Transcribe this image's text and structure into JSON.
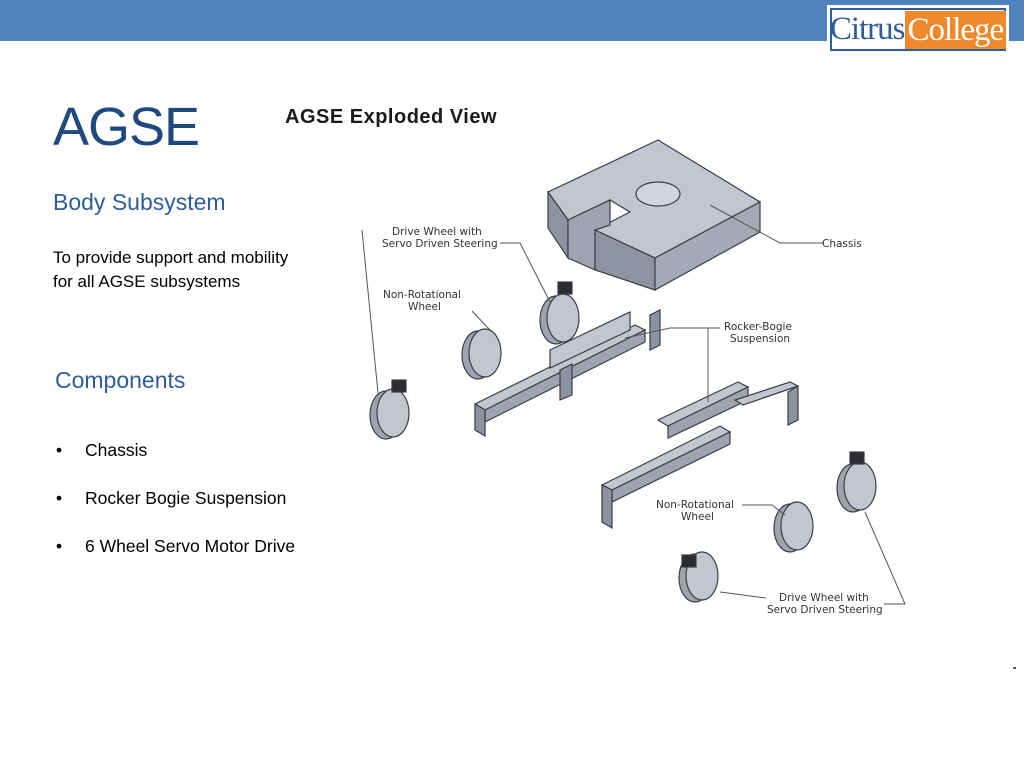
{
  "header": {
    "logo_text_left": "Citrus",
    "logo_text_right": "College",
    "colors": {
      "bar": "#4f81bd",
      "logo_blue": "#2e5d9a",
      "logo_orange": "#f0892c"
    }
  },
  "slide": {
    "title": "AGSE",
    "subtitle": "Body Subsystem",
    "description": "To provide support and mobility for all AGSE subsystems",
    "components_heading": "Components",
    "components": [
      {
        "bullet": "•",
        "text": "Chassis"
      },
      {
        "bullet": "•",
        "text": "Rocker Bogie Suspension"
      },
      {
        "bullet": "•",
        "text": "6 Wheel Servo Motor Drive"
      }
    ]
  },
  "figure": {
    "title": "AGSE Exploded View",
    "labels": {
      "drive_wheel_top_1": "Drive Wheel with",
      "drive_wheel_top_2": "Servo Driven Steering",
      "chassis": "Chassis",
      "non_rot_top_1": "Non-Rotational",
      "non_rot_top_2": "Wheel",
      "rocker_1": "Rocker-Bogie",
      "rocker_2": "Suspension",
      "non_rot_bottom_1": "Non-Rotational",
      "non_rot_bottom_2": "Wheel",
      "drive_wheel_bottom_1": "Drive Wheel with",
      "drive_wheel_bottom_2": "Servo Driven Steering"
    }
  }
}
